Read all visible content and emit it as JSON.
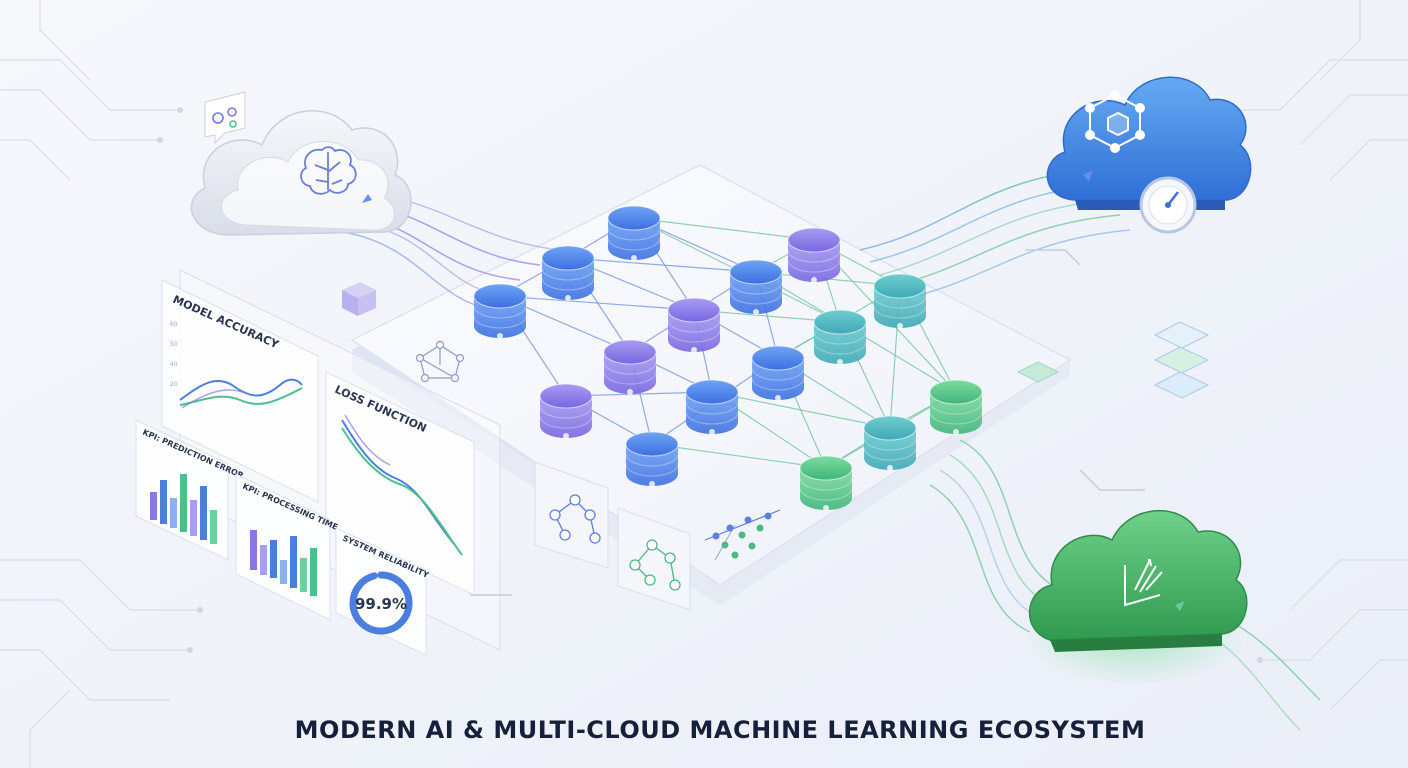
{
  "title": "MODERN AI & MULTI-CLOUD MACHINE LEARNING ECOSYSTEM",
  "panels": {
    "model_accuracy": {
      "label": "MODEL ACCURACY"
    },
    "loss_function": {
      "label": "LOSS FUNCTION"
    },
    "prediction_error": {
      "label": "KPI: PREDICTION ERROR"
    },
    "processing_time": {
      "label": "KPI: PROCESSING TIME"
    },
    "system_reliability": {
      "label": "SYSTEM RELIABILITY",
      "value_text": "99.9%",
      "value": 0.999
    }
  },
  "clouds": [
    {
      "name": "ai-brain-cloud",
      "icon": "brain-icon",
      "color": "#e6eaf3"
    },
    {
      "name": "container-cloud",
      "icon": "network-cube-icon",
      "color": "#4a8de0"
    },
    {
      "name": "analytics-cloud",
      "icon": "chart-upward-icon",
      "color": "#4caf62"
    }
  ],
  "colors": {
    "blue": "#4a7fe0",
    "purple": "#8a78e0",
    "green": "#4cc08a",
    "background": "#f1f4fa"
  }
}
